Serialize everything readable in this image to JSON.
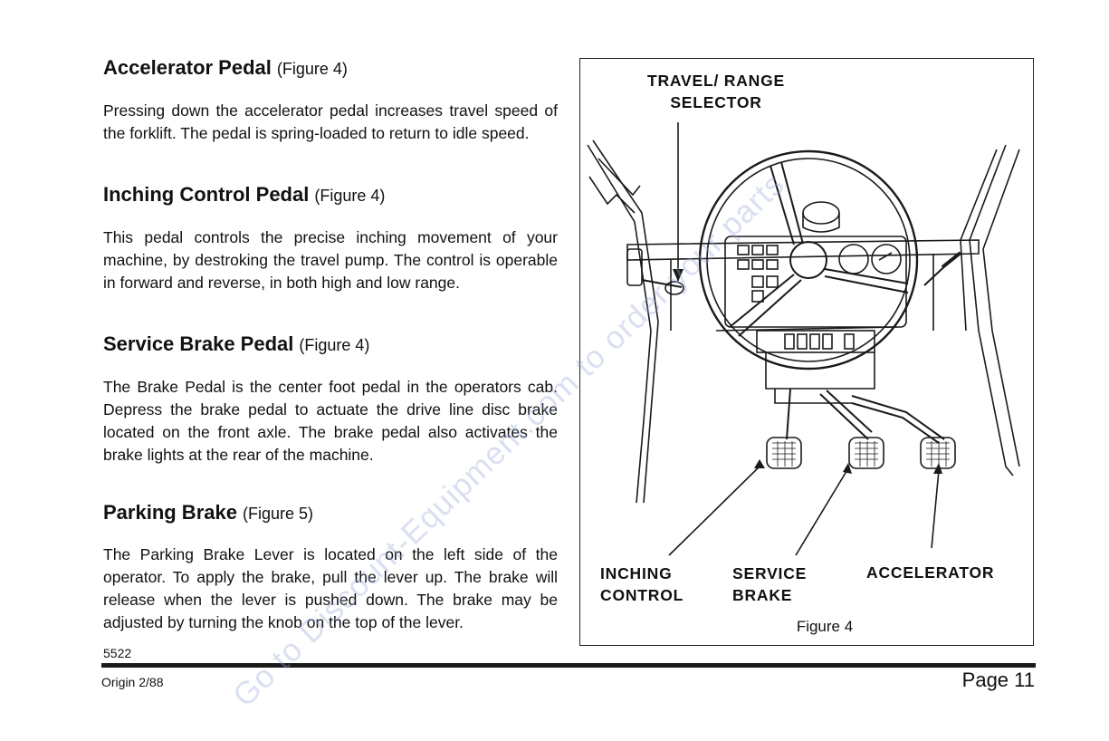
{
  "sections": [
    {
      "heading": "Accelerator Pedal",
      "figure_ref": "(Figure 4)",
      "body": "Pressing down the accelerator pedal increases travel speed of the forklift. The pedal is spring-loaded to return to idle speed."
    },
    {
      "heading": "Inching Control Pedal",
      "figure_ref": "(Figure 4)",
      "body": "This pedal controls the precise inching movement of your machine, by destroking the travel pump. The control is operable in forward and reverse, in both high and low range."
    },
    {
      "heading": "Service Brake Pedal",
      "figure_ref": "(Figure 4)",
      "body": "The Brake Pedal is the center foot pedal in the operators cab. Depress the brake pedal to actuate the drive line disc brake located on the front axle. The brake pedal also activates the brake lights at the rear of the machine."
    },
    {
      "heading": "Parking Brake",
      "figure_ref": "(Figure 5)",
      "body": "The Parking Brake Lever is located on the left side of the operator. To apply the brake, pull the lever up. The brake will release when the lever is pushed down. The brake may be adjusted by turning the knob on the top of the lever."
    }
  ],
  "figure": {
    "caption": "Figure 4",
    "labels": {
      "travel_line1": "TRAVEL/ RANGE",
      "travel_line2": "SELECTOR",
      "inching_line1": "INCHING",
      "inching_line2": "CONTROL",
      "service_line1": "SERVICE",
      "service_line2": "BRAKE",
      "accelerator": "ACCELERATOR"
    }
  },
  "footer": {
    "doc_number": "5522",
    "origin": "Origin 2/88",
    "page": "Page 11"
  },
  "watermark": "Go to Discount-Equipment.com to order your parts"
}
